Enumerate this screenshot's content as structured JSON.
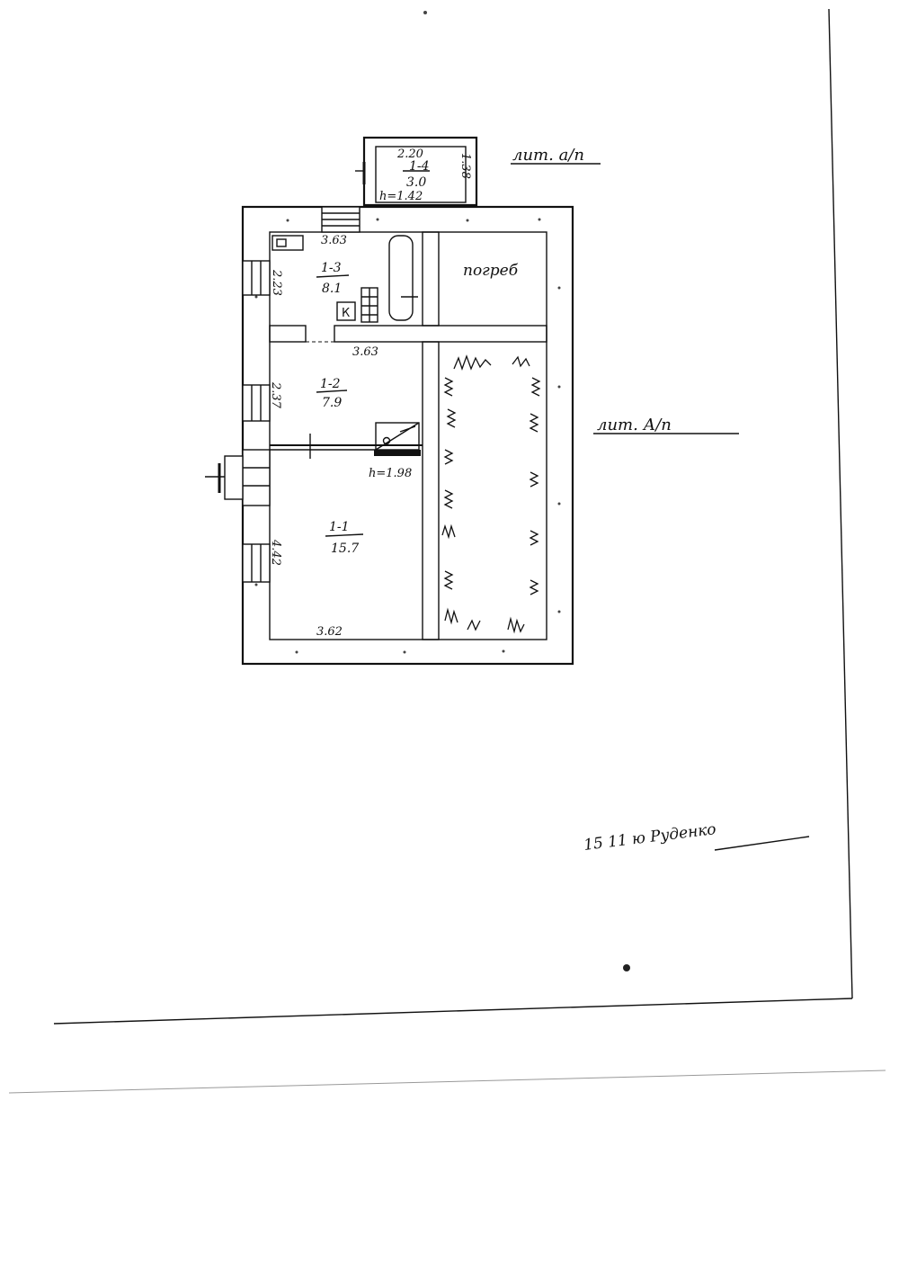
{
  "labels": {
    "lit_a_small": "лит. а/п",
    "lit_a_big": "лит. А/п",
    "cellar": "погреб",
    "kitchen_mark": "К",
    "signature_note": "15 11   ю Руденко"
  },
  "rooms": [
    {
      "id": "1-1",
      "area": "15.7",
      "width": "3.62",
      "length": "4.42"
    },
    {
      "id": "1-2",
      "area": "7.9",
      "width": "3.63",
      "length": "2.37"
    },
    {
      "id": "1-3",
      "area": "8.1",
      "width": "3.63",
      "length": "2.23"
    },
    {
      "id": "1-4",
      "area": "3.0",
      "width": "2.20",
      "length": "1.38",
      "height": "h=1.42"
    }
  ],
  "heights": {
    "main": "h=1.98"
  }
}
